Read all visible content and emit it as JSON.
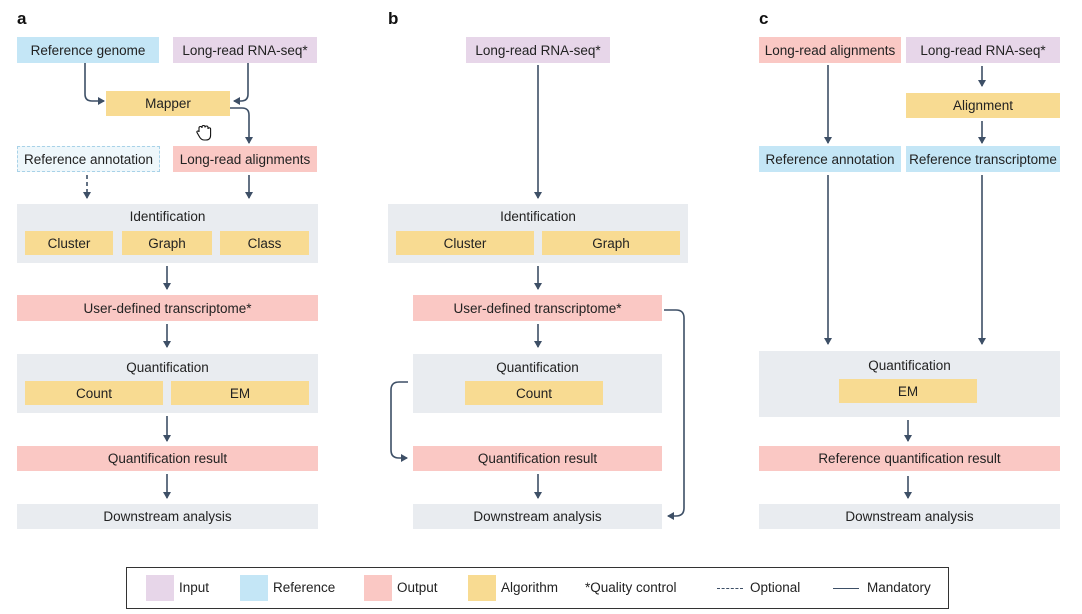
{
  "panels": {
    "a": {
      "label": "a",
      "reference_genome": "Reference genome",
      "long_read_rnaseq": "Long-read RNA-seq*",
      "mapper": "Mapper",
      "reference_annotation": "Reference annotation",
      "long_read_alignments": "Long-read alignments",
      "identification": "Identification",
      "identification_methods": [
        "Cluster",
        "Graph",
        "Class"
      ],
      "user_transcriptome": "User-defined transcriptome*",
      "quantification": "Quantification",
      "quantification_methods": [
        "Count",
        "EM"
      ],
      "quantification_result": "Quantification result",
      "downstream": "Downstream analysis"
    },
    "b": {
      "label": "b",
      "long_read_rnaseq": "Long-read RNA-seq*",
      "identification": "Identification",
      "identification_methods": [
        "Cluster",
        "Graph"
      ],
      "user_transcriptome": "User-defined transcriptome*",
      "quantification": "Quantification",
      "quantification_methods": [
        "Count"
      ],
      "quantification_result": "Quantification result",
      "downstream": "Downstream analysis"
    },
    "c": {
      "label": "c",
      "long_read_alignments": "Long-read alignments",
      "long_read_rnaseq": "Long-read RNA-seq*",
      "alignment": "Alignment",
      "reference_annotation": "Reference annotation",
      "reference_transcriptome": "Reference transcriptome",
      "quantification": "Quantification",
      "quantification_methods": [
        "EM"
      ],
      "quantification_result": "Reference quantification result",
      "downstream": "Downstream analysis"
    }
  },
  "legend": {
    "input": "Input",
    "reference": "Reference",
    "output": "Output",
    "algorithm": "Algorithm",
    "quality_control": "*Quality control",
    "optional": "Optional",
    "mandatory": "Mandatory"
  },
  "colors": {
    "input": "#e7d6e9",
    "reference": "#c4e6f6",
    "output": "#fac8c4",
    "algorithm": "#f8db92",
    "group": "#e9ecf0",
    "arrow": "#3d4f66"
  }
}
